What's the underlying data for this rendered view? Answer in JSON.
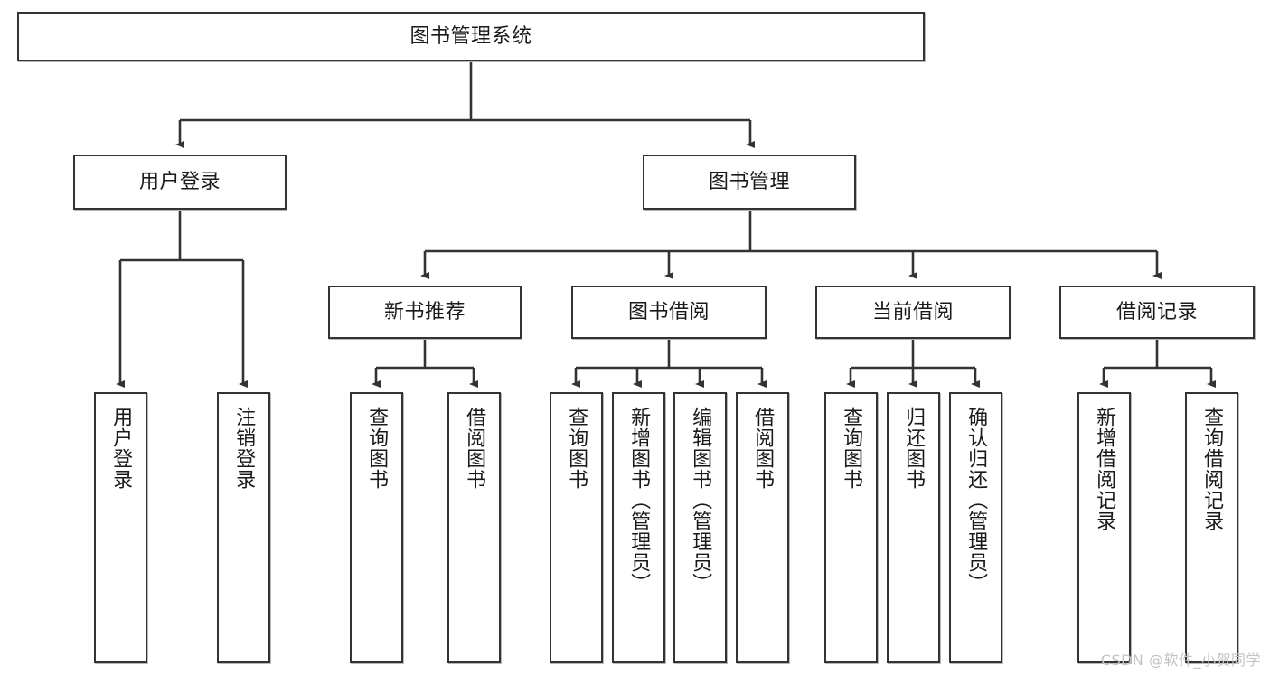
{
  "diagram": {
    "title": "图书管理系统",
    "type": "tree-hierarchy-diagram",
    "colors": {
      "box_border": "#333333",
      "box_fill": "#ffffff",
      "edge": "#333333",
      "text": "#1a1a1a",
      "watermark": "#c3c3c3",
      "background": "#ffffff"
    },
    "root": {
      "label": "图书管理系统"
    },
    "level2": [
      {
        "label": "用户登录"
      },
      {
        "label": "图书管理"
      }
    ],
    "level3": [
      {
        "label": "新书推荐"
      },
      {
        "label": "图书借阅"
      },
      {
        "label": "当前借阅"
      },
      {
        "label": "借阅记录"
      }
    ],
    "leaves": {
      "user_login": [
        {
          "label": "用户登录"
        },
        {
          "label": "注销登录"
        }
      ],
      "new_book_recommend": [
        {
          "label": "查询图书"
        },
        {
          "label": "借阅图书"
        }
      ],
      "book_borrow": [
        {
          "label": "查询图书"
        },
        {
          "label": "新增图书（管理员）"
        },
        {
          "label": "编辑图书（管理员）"
        },
        {
          "label": "借阅图书"
        }
      ],
      "current_borrow": [
        {
          "label": "查询图书"
        },
        {
          "label": "归还图书"
        },
        {
          "label": "确认归还（管理员）"
        }
      ],
      "borrow_record": [
        {
          "label": "新增借阅记录"
        },
        {
          "label": "查询借阅记录"
        }
      ]
    }
  },
  "watermark": {
    "text": "CSDN @软件_小贺同学"
  }
}
